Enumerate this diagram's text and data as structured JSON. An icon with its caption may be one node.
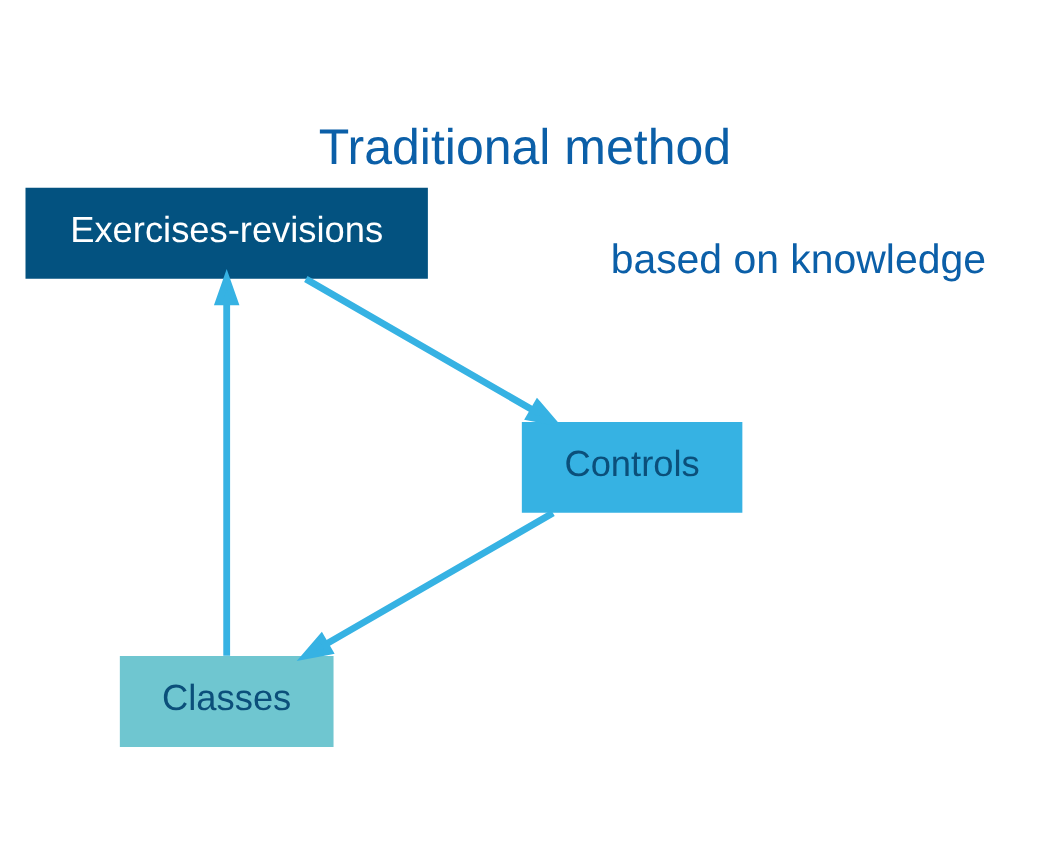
{
  "diagram": {
    "title": "Traditional method",
    "nodes": [
      {
        "text": [
          "Classes"
        ]
      },
      {
        "text": [
          "Exercises-revisions"
        ]
      },
      {
        "text": [
          "Controls"
        ]
      }
    ],
    "edges": [
      {
        "from": 0,
        "to": 1,
        "arrow": "to"
      },
      {
        "from": 1,
        "to": 2,
        "arrow": "to"
      },
      {
        "from": 2,
        "to": 0,
        "arrow": "to"
      }
    ],
    "labels": [
      "based on knowledge"
    ]
  }
}
